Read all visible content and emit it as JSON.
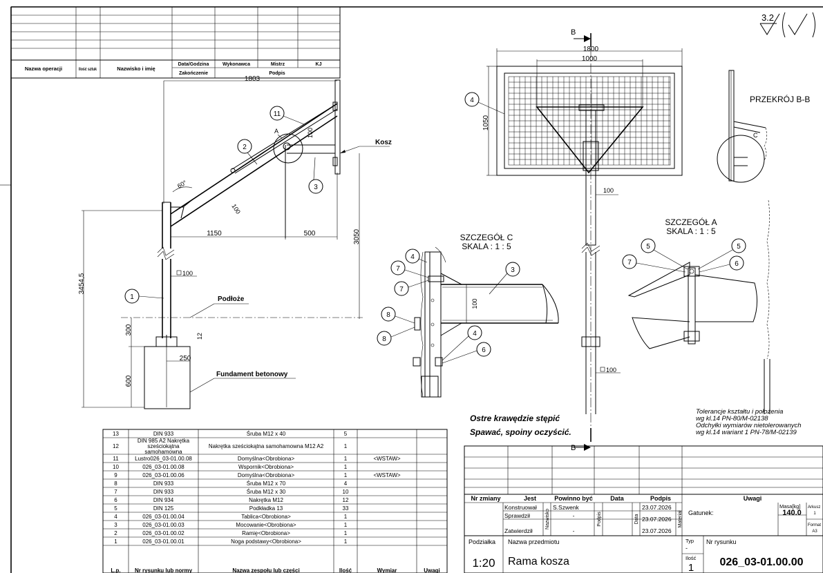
{
  "ops_table": {
    "headers": [
      "Nazwa operacji",
      "Ilość sztuk",
      "Nazwisko i imię",
      "Data/Godzina",
      "Wykonawca",
      "Mistrz",
      "KJ",
      "Zakończenie",
      "Podpis"
    ]
  },
  "surface_finish": "3.2",
  "dims": {
    "d1803": "1803",
    "d1800": "1800",
    "d1000": "1000",
    "d1050": "1050",
    "d1150": "1150",
    "d500": "500",
    "d3050": "3050",
    "d3454": "3454,5",
    "d300": "300",
    "d600": "600",
    "d250": "250",
    "d12": "12",
    "d100a": "100",
    "d100b": "100",
    "d100c": "100",
    "d100d": "100",
    "d100e": "100",
    "d100f": "100",
    "d100g": "100",
    "angle": "60°"
  },
  "labels": {
    "kosz": "Kosz",
    "podloze": "Podłoże",
    "fundament": "Fundament betonowy",
    "section_b": "PRZEKRÓJ B-B",
    "detail_c_title": "SZCZEGÓŁ C",
    "detail_c_scale": "SKALA : 1 : 5",
    "detail_a_title": "SZCZEGÓŁ A",
    "detail_a_scale": "SKALA : 1 : 5",
    "A": "A",
    "B": "B",
    "C": "C",
    "note1": "Ostre krawędzie stępić",
    "note2": "Spawać, spoiny oczyścić.",
    "tol1": "Tolerancje kształtu i położenia",
    "tol2": "wg kl.14 PN-80/M-02138",
    "tol3": "Odchyłki wymiarów nietolerowanych",
    "tol4": "wg kl.14 wariant 1 PN-78/M-02139"
  },
  "balloons": [
    "1",
    "2",
    "3",
    "4",
    "5",
    "6",
    "7",
    "8",
    "11"
  ],
  "bom": {
    "headers": [
      "L.p.",
      "Nr rysunku lub normy",
      "Nazwa zespołu lub części",
      "Ilość",
      "Wymiar",
      "Uwagi"
    ],
    "rows": [
      [
        "13",
        "DIN 933",
        "Śruba M12 x 40",
        "5",
        "",
        ""
      ],
      [
        "12",
        "DIN 985 A2 Nakrętka sześciokątna samohamowna",
        "Nakrętka sześciokątna samohamowna M12 A2",
        "1",
        "",
        ""
      ],
      [
        "11",
        "Lustro026_03-01.00.08",
        "Domyślna<Obrobiona>",
        "1",
        "<WSTAW>",
        ""
      ],
      [
        "10",
        "026_03-01.00.08",
        "Wspornik<Obrobiona>",
        "1",
        "",
        ""
      ],
      [
        "9",
        "026_03-01.00.06",
        "Domyślna<Obrobiona>",
        "1",
        "<WSTAW>",
        ""
      ],
      [
        "8",
        "DIN 933",
        "Śruba M12 x 70",
        "4",
        "",
        ""
      ],
      [
        "7",
        "DIN 933",
        "Śruba M12 x 30",
        "10",
        "",
        ""
      ],
      [
        "6",
        "DIN 934",
        "Nakrętka M12",
        "12",
        "",
        ""
      ],
      [
        "5",
        "DIN 125",
        "Podkładka 13",
        "33",
        "",
        ""
      ],
      [
        "4",
        "026_03-01.00.04",
        "Tablica<Obrobiona>",
        "1",
        "",
        ""
      ],
      [
        "3",
        "026_03-01.00.03",
        "Mocowanie<Obrobiona>",
        "1",
        "",
        ""
      ],
      [
        "2",
        "026_03-01.00.02",
        "Ramię<Obrobiona>",
        "1",
        "",
        ""
      ],
      [
        "1",
        "026_03-01.00.01",
        "Noga podstawy<Obrobiona>",
        "1",
        "",
        ""
      ]
    ]
  },
  "title_block": {
    "rev_headers": [
      "Nr zmiany",
      "Jest",
      "Powinno być",
      "Data",
      "Podpis",
      "Uwagi"
    ],
    "konstruowal": "Konstruował",
    "sprawdzil": "Sprawdził",
    "zatwierdzil": "Zatwierdził",
    "nazwisko": "Nazwisko",
    "podpis": "Podpis",
    "data": "Data",
    "material": "Materiał",
    "author": "S.Szwenk",
    "dash1": "-",
    "dash2": "-",
    "date1": "23.07.2026",
    "date2": "23.07.2026",
    "date3": "23.07.2026",
    "gatunek": "Gatunek:",
    "masa_label": "Masa[kg]",
    "masa": "140.0",
    "arkusz_label": "Arkusz",
    "arkusz": "1",
    "format_label": "Format",
    "format": "A3",
    "podzialka_label": "Podziałka",
    "podzialka": "1:20",
    "nazwa_label": "Nazwa przedmiotu",
    "nazwa": "Rama kosza",
    "typ_label": "Typ",
    "typ": "-",
    "ilosc_label": "Ilość",
    "ilosc": "1",
    "nr_label": "Nr rysunku",
    "nr": "026_03-01.00.00"
  }
}
